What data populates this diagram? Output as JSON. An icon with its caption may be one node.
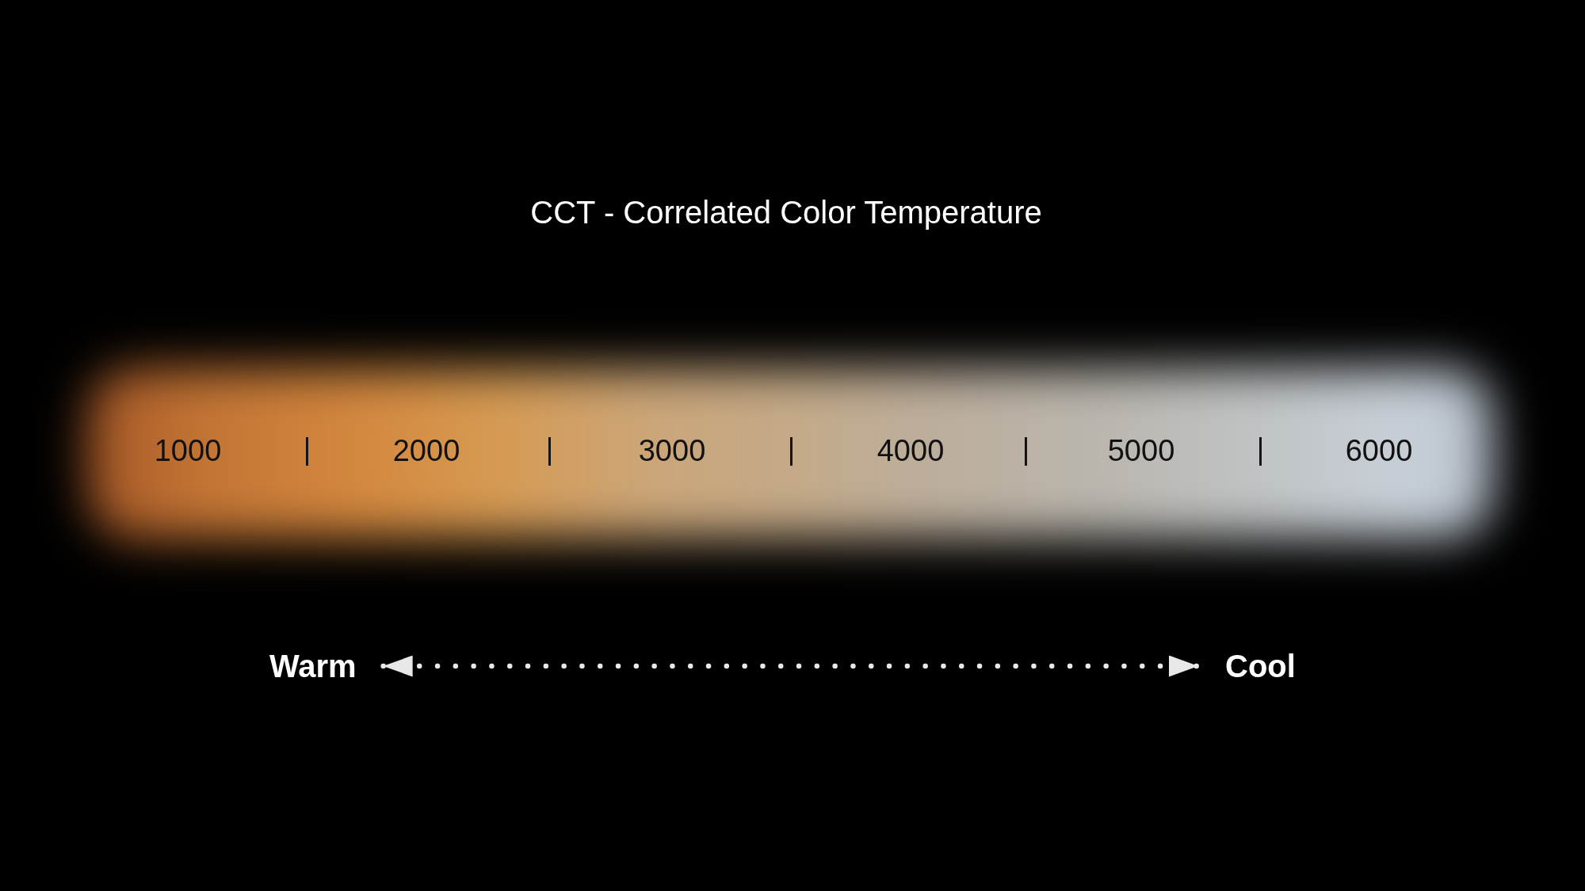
{
  "diagram": {
    "title": "CCT - Correlated Color Temperature",
    "nodes": [
      {
        "text": [
          "1000",
          "2000",
          "3000",
          "4000",
          "5000",
          "6000"
        ]
      },
      {
        "text": [
          "Warm"
        ]
      },
      {
        "text": [
          "Cool"
        ]
      }
    ],
    "edges": [
      {
        "from": 1,
        "to": 2,
        "arrow": "both",
        "style": "dashed"
      }
    ]
  }
}
